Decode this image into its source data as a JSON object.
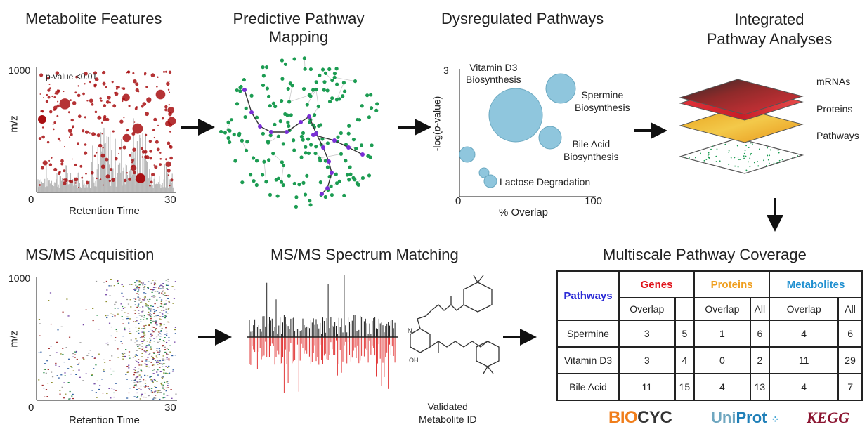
{
  "colors": {
    "accent_red": "#a80f12",
    "network_green": "#1c9c52",
    "network_purple": "#7a2fd6",
    "bubble_blue": "#8fc6dd",
    "genes": "#e0151c",
    "proteins": "#ef9f1f",
    "metabolites": "#1f8fd0",
    "pathways_header": "#2b2bd6"
  },
  "panels": {
    "metabolite_features": {
      "title": "Metabolite Features",
      "annotation": "p-value <0.01",
      "y_label": "m/z",
      "y_max": "1000",
      "x_label": "Retention Time",
      "x_min": "0",
      "x_max": "30"
    },
    "predictive_mapping": {
      "title_line1": "Predictive Pathway",
      "title_line2": "Mapping"
    },
    "dysregulated": {
      "title": "Dysregulated Pathways",
      "y_label": "-log(p-value)",
      "y_max": "3",
      "x_label": "% Overlap",
      "x_min": "0",
      "x_max": "100",
      "labels": {
        "vitd3_1": "Vitamin D3",
        "vitd3_2": "Biosynthesis",
        "spermine_1": "Spermine",
        "spermine_2": "Biosynthesis",
        "bile_1": "Bile Acid",
        "bile_2": "Biosynthesis",
        "lactose": "Lactose Degradation"
      }
    },
    "integrated": {
      "title_line1": "Integrated",
      "title_line2": "Pathway Analyses",
      "layer_mrnas": "mRNAs",
      "layer_proteins": "Proteins",
      "layer_pathways": "Pathways"
    },
    "msms_acquisition": {
      "title": "MS/MS Acquisition",
      "y_label": "m/z",
      "y_max": "1000",
      "x_label": "Retention Time",
      "x_min": "0",
      "x_max": "30"
    },
    "spectrum_matching": {
      "title": "MS/MS Spectrum Matching",
      "caption_line1": "Validated",
      "caption_line2": "Metabolite ID",
      "struct_n": "N",
      "struct_oh": "OH"
    },
    "coverage": {
      "title": "Multiscale Pathway Coverage",
      "header_pathways": "Pathways",
      "header_genes": "Genes",
      "header_proteins": "Proteins",
      "header_metabolites": "Metabolites",
      "sub_overlap": "Overlap",
      "sub_all": "All",
      "rows": [
        {
          "name": "Spermine",
          "genes_overlap": "3",
          "genes_all": "5",
          "proteins_overlap": "1",
          "proteins_all": "6",
          "metabolites_overlap": "4",
          "metabolites_all": "6"
        },
        {
          "name": "Vitamin D3",
          "genes_overlap": "3",
          "genes_all": "4",
          "proteins_overlap": "0",
          "proteins_all": "2",
          "metabolites_overlap": "11",
          "metabolites_all": "29"
        },
        {
          "name": "Bile Acid",
          "genes_overlap": "11",
          "genes_all": "15",
          "proteins_overlap": "4",
          "proteins_all": "13",
          "metabolites_overlap": "4",
          "metabolites_all": "7"
        }
      ],
      "logos": {
        "biocyc_a": "BIO",
        "biocyc_b": "CYC",
        "uniprot_a": "Uni",
        "uniprot_b": "Prot",
        "kegg": "KEGG"
      }
    }
  }
}
